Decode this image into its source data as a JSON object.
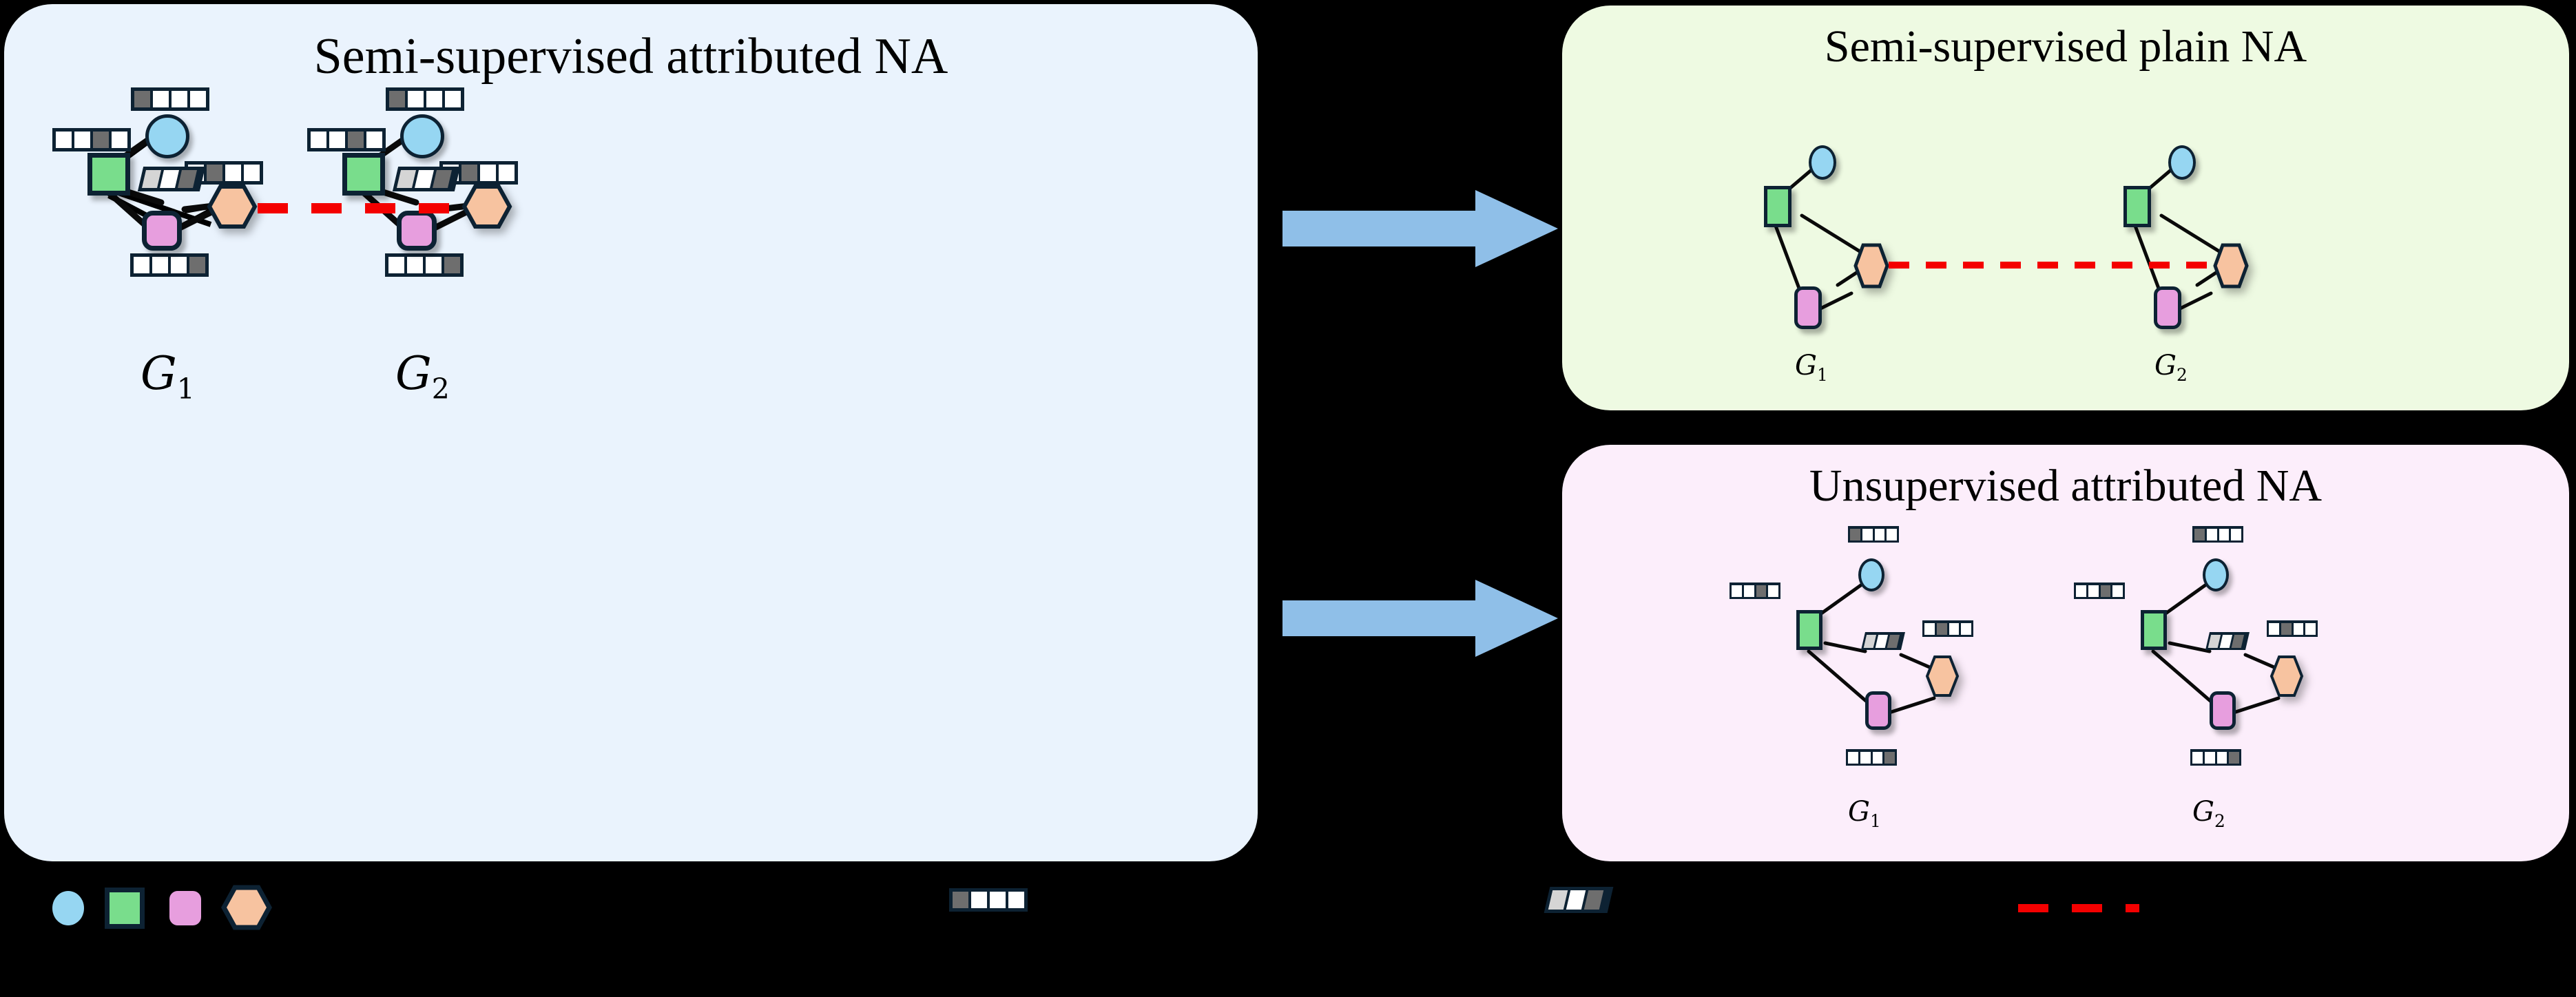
{
  "figure": {
    "accent_blue_arrow": "#8fbfe8",
    "dashed_anchor_color": "#f40000",
    "node_colors": {
      "circle": "#96d6f2",
      "square": "#79dd8c",
      "rounded_square": "#e79ede",
      "hexagon": "#f7c3a0"
    },
    "attr_cell_colors": {
      "empty": "#ffffff",
      "filled": "#6e6e6e",
      "light": "#d5d5d5"
    }
  },
  "panels": {
    "attributed": {
      "title": "Semi-supervised attributed NA",
      "bg": "#eaf3fd",
      "graphs": [
        {
          "label": "G",
          "sub": "1"
        },
        {
          "label": "G",
          "sub": "2"
        }
      ]
    },
    "plain": {
      "title": "Semi-supervised plain NA",
      "bg": "#eefae2",
      "graphs": [
        {
          "label": "G",
          "sub": "1"
        },
        {
          "label": "G",
          "sub": "2"
        }
      ]
    },
    "unsupervised": {
      "title": "Unsupervised attributed NA",
      "bg": "#fceefb",
      "graphs": [
        {
          "label": "G",
          "sub": "1"
        },
        {
          "label": "G",
          "sub": "2"
        }
      ]
    }
  },
  "attribute_vectors": {
    "circle_node": [
      "filled",
      "empty",
      "empty",
      "empty"
    ],
    "square_node": [
      "empty",
      "empty",
      "filled",
      "empty"
    ],
    "hexagon_node": [
      "empty",
      "filled",
      "empty",
      "empty"
    ],
    "rounded_node": [
      "empty",
      "empty",
      "empty",
      "filled"
    ],
    "partial_slanted": [
      "light",
      "empty",
      "filled"
    ]
  },
  "legend": {
    "items": [
      {
        "name": "circle-node",
        "shape": "ellipse"
      },
      {
        "name": "square-node",
        "shape": "square"
      },
      {
        "name": "rounded-square-node",
        "shape": "rounded-square"
      },
      {
        "name": "hexagon-node",
        "shape": "hexagon"
      },
      {
        "name": "full-attribute-vector",
        "shape": "attr-vector",
        "cells": [
          "filled",
          "empty",
          "empty",
          "empty"
        ]
      },
      {
        "name": "partial-attribute-vector",
        "shape": "attr-vector-slanted",
        "cells": [
          "light",
          "empty",
          "filled"
        ]
      },
      {
        "name": "anchor-link",
        "shape": "red-dashed-line"
      }
    ]
  },
  "arrows": [
    {
      "name": "arrow-to-plain",
      "direction": "right"
    },
    {
      "name": "arrow-to-unsupervised",
      "direction": "right"
    }
  ]
}
